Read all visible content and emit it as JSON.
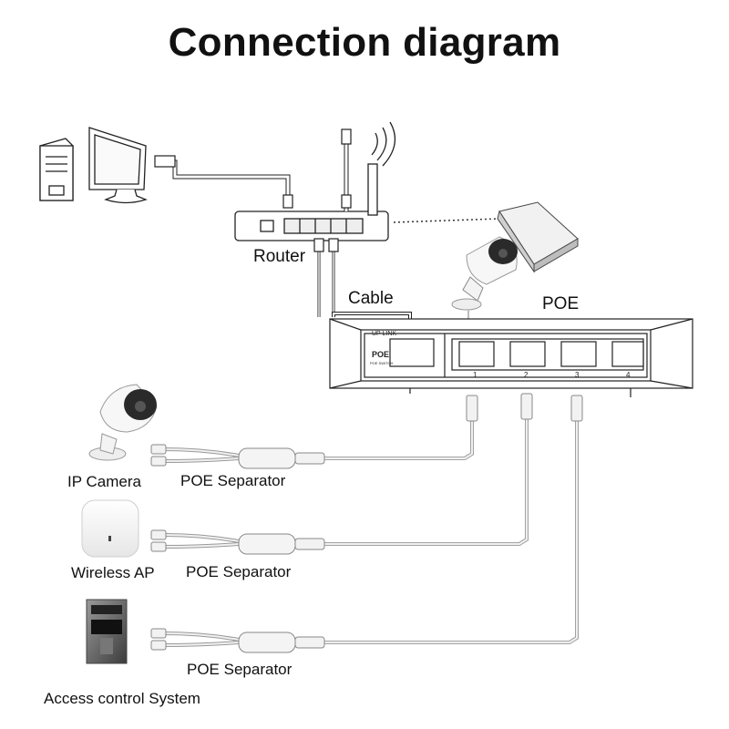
{
  "title": "Connection diagram",
  "labels": {
    "router": "Router",
    "cable": "Cable",
    "poe": "POE",
    "ip_camera": "IP Camera",
    "wireless_ap": "Wireless AP",
    "access_control": "Access control System",
    "poe_separator_1": "POE Separator",
    "poe_separator_2": "POE Separator",
    "poe_separator_3": "POE Separator"
  },
  "poe_switch": {
    "uplink_label": "UP LINK",
    "brand_label": "POE",
    "sub_label": "POE SWITCH",
    "ports": [
      "1",
      "2",
      "3",
      "4"
    ]
  },
  "colors": {
    "line": "#222222",
    "cable": "#c8c8c8",
    "camera_dark": "#2a2a2a"
  }
}
